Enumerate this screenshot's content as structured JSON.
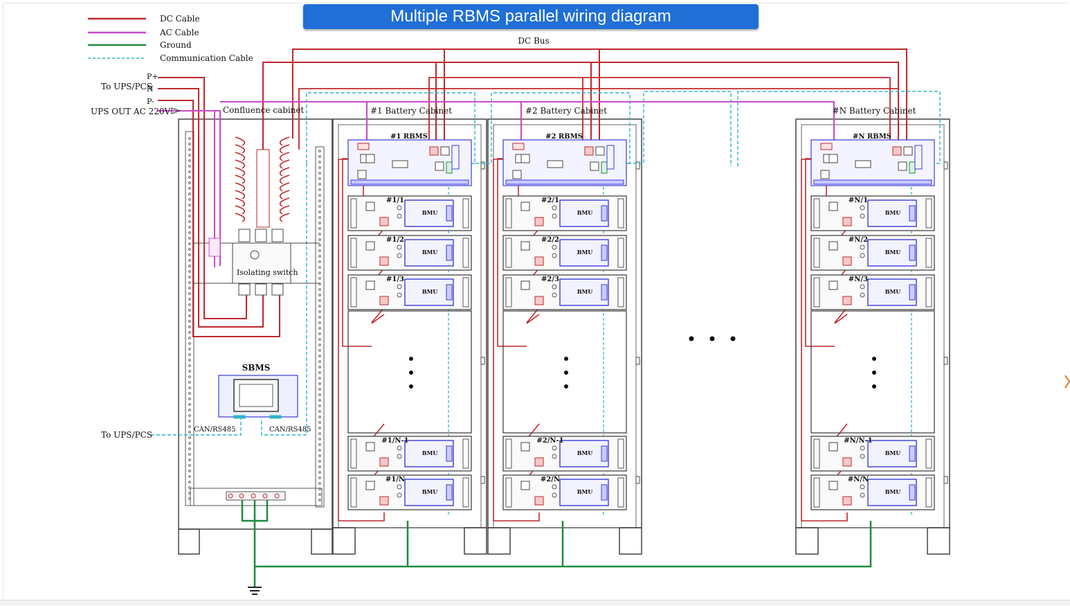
{
  "title": "Multiple RBMS parallel wiring diagram",
  "legend": [
    {
      "label": "DC Cable",
      "color": "#c0272d",
      "style": "solid"
    },
    {
      "label": "AC Cable",
      "color": "#c848c8",
      "style": "solid"
    },
    {
      "label": "Ground",
      "color": "#1e8a3c",
      "style": "solid"
    },
    {
      "label": "Communication Cable",
      "color": "#2bb5c8",
      "style": "dashed"
    }
  ],
  "labels": {
    "dc_bus": "DC Bus",
    "p_plus": "P+",
    "n": "N",
    "p_minus": "P-",
    "to_ups_pcs_top": "To UPS/PCS",
    "ups_out": "UPS OUT AC 220V",
    "confluence_cabinet": "Confluence cabinet",
    "isolating_switch": "Isolating switch",
    "sbms": "SBMS",
    "can_left": "CAN/RS485",
    "can_right": "CAN/RS485",
    "to_ups_pcs_bottom": "To UPS/PCS"
  },
  "cabinets": [
    {
      "title": "#1 Battery Cabinet",
      "rbms": "#1 RBMS",
      "modules": [
        "#1/1",
        "#1/2",
        "#1/3",
        "#1/N-1",
        "#1/N"
      ]
    },
    {
      "title": "#2 Battery Cabinet",
      "rbms": "#2 RBMS",
      "modules": [
        "#2/1",
        "#2/2",
        "#2/3",
        "#2/N-1",
        "#2/N"
      ]
    },
    {
      "title": "#N Battery Cabinet",
      "rbms": "#N RBMS",
      "modules": [
        "#N/1",
        "#N/2",
        "#N/3",
        "#N/N-1",
        "#N/N"
      ]
    }
  ],
  "bmu_label": "BMU",
  "colors": {
    "dc": "#c0272d",
    "ac": "#c848c8",
    "ground": "#1e8a3c",
    "comm": "#2bb5c8",
    "banner": "#1f6fd6",
    "frame": "#333333",
    "module_blue": "#3a3ad8"
  }
}
